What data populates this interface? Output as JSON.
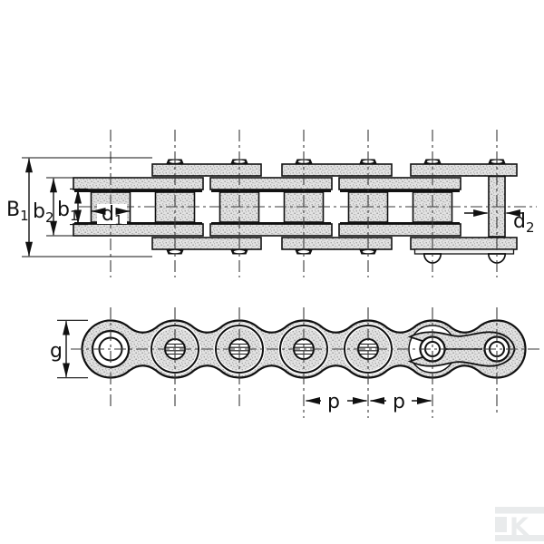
{
  "figure": {
    "kind": "technical line drawing",
    "subject": "roller chain – top view and side view with dimension labels"
  },
  "labels": {
    "B1": {
      "base": "B",
      "sub": "1"
    },
    "b2": {
      "base": "b",
      "sub": "2"
    },
    "b1": {
      "base": "b",
      "sub": "1"
    },
    "d1": {
      "base": "d",
      "sub": "1"
    },
    "d2": {
      "base": "d",
      "sub": "2"
    },
    "g": {
      "base": "g",
      "sub": ""
    },
    "p_left": {
      "base": "p",
      "sub": ""
    },
    "p_right": {
      "base": "p",
      "sub": ""
    }
  },
  "colors": {
    "line": "#111111",
    "stipple_base": "#e3e3e3",
    "background": "#ffffff",
    "watermark": "#e9ebec"
  },
  "watermark": {
    "brand_letter": "K"
  }
}
